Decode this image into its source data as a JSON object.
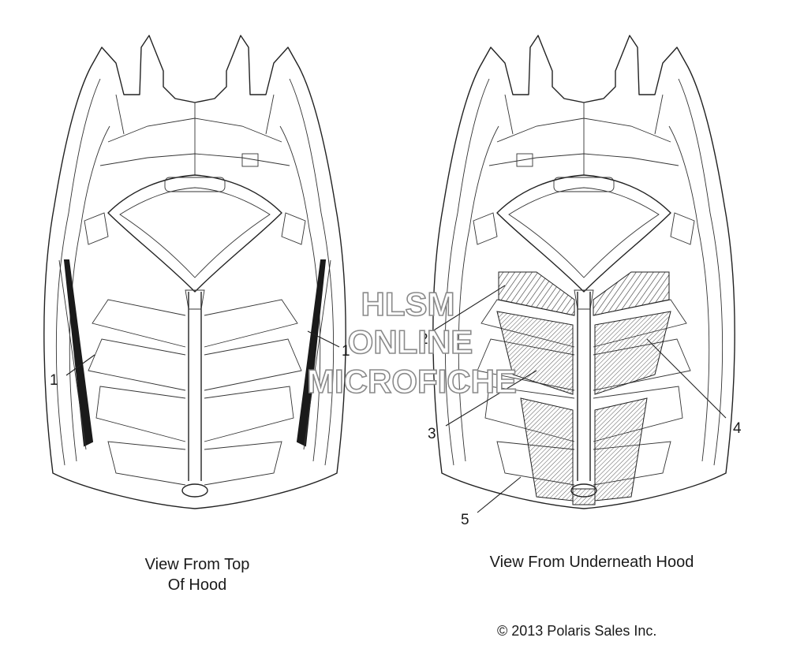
{
  "watermark": {
    "line1": "HLSM",
    "line2": "ONLINE",
    "line3": "MICROFICHE"
  },
  "captions": {
    "top_view_line1": "View From Top",
    "top_view_line2": "Of Hood",
    "underneath_view": "View From Underneath Hood"
  },
  "callouts": [
    "1",
    "1",
    "2",
    "3",
    "4",
    "5"
  ],
  "copyright": "© 2013 Polaris Sales Inc."
}
